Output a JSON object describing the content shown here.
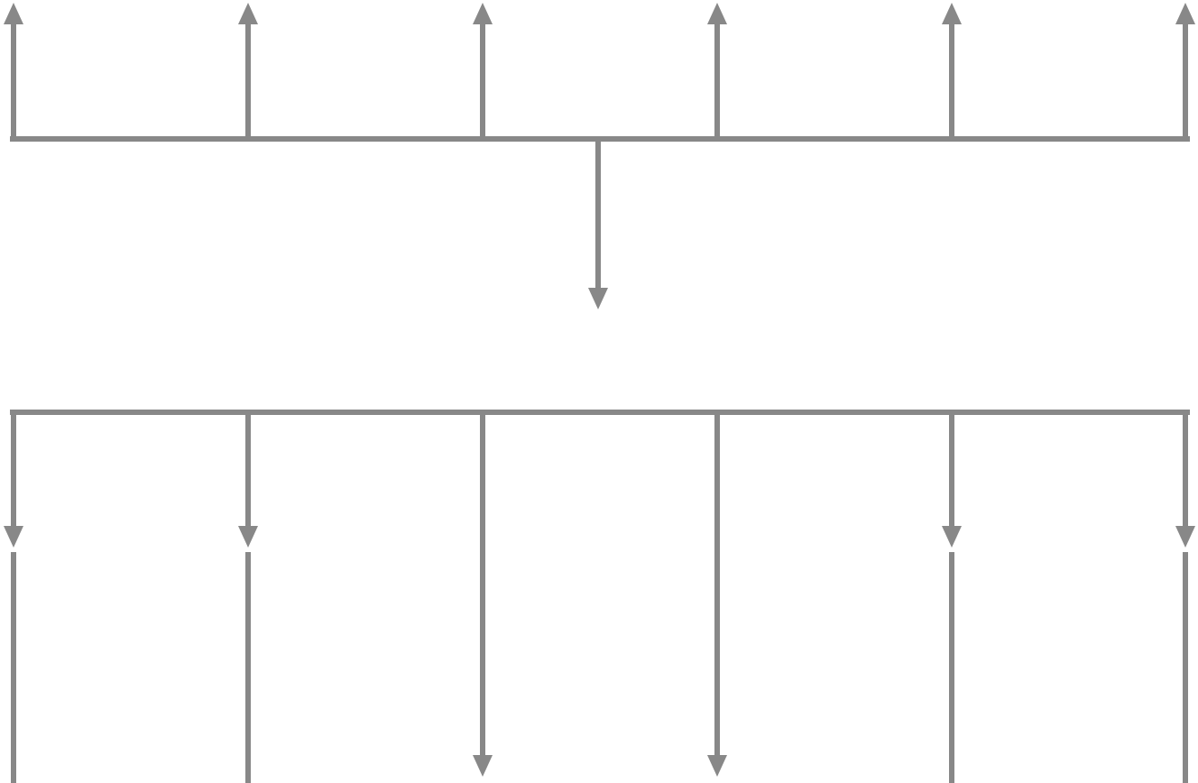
{
  "diagram": {
    "type": "connector-arrows",
    "text_labels": [],
    "line_color": "#888888",
    "background_color": "#ffffff",
    "top_group": {
      "description_visible": false,
      "branch_count": 6,
      "branch_arrow_direction": "up",
      "trunk_arrow_direction": "down"
    },
    "bottom_group": {
      "branch_count": 6,
      "branch_arrow_direction": "down",
      "continuation_lines_below": 4
    }
  }
}
